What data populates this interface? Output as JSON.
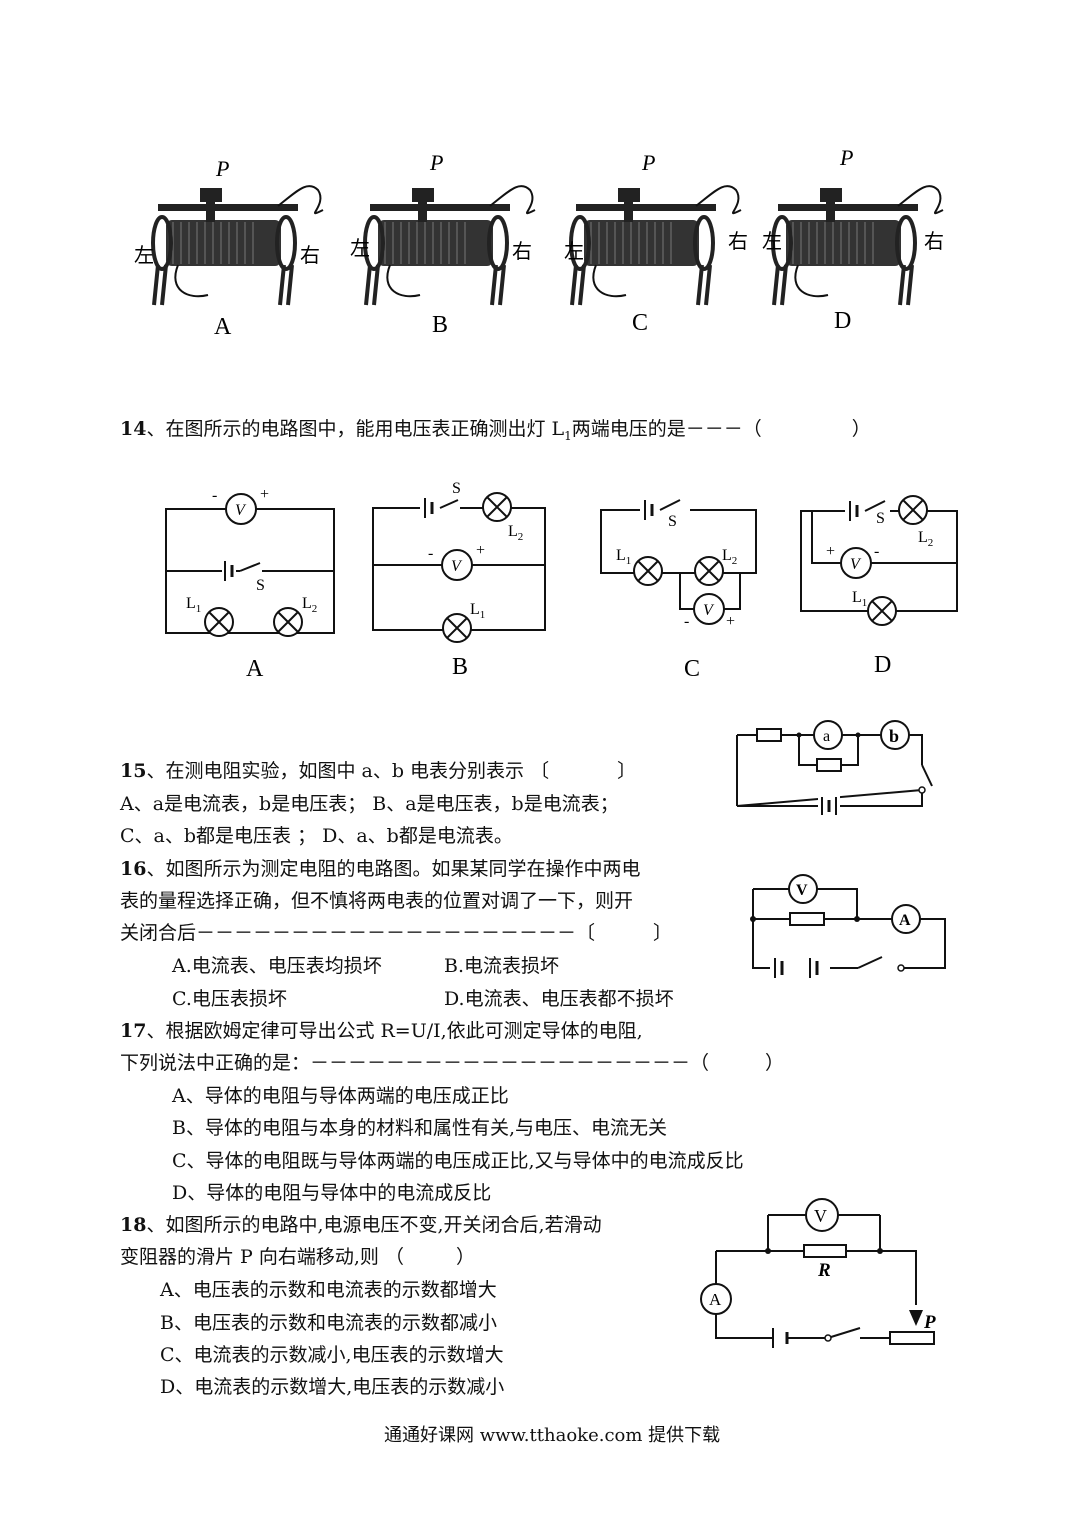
{
  "rheostats": {
    "p_label": "P",
    "left": "左",
    "right": "右",
    "options": [
      "A",
      "B",
      "C",
      "D"
    ]
  },
  "q14": {
    "num": "14",
    "text": "、在图所示的电路图中，能用电压表正确测出灯 L",
    "sub": "1",
    "text2": "两端电压的是－－－（",
    "close": "）",
    "options": [
      "A",
      "B",
      "C",
      "D"
    ],
    "labels": {
      "v": "V",
      "s": "S",
      "l1": "L",
      "l2": "L",
      "one": "1",
      "two": "2",
      "plus": "+",
      "minus": "-"
    }
  },
  "q15": {
    "num": "15",
    "stem": "、在测电阻实验，如图中 a、b 电表分别表示 〔",
    "close": "〕",
    "line_a": "A、a是电流表，b是电压表；  B、a是电压表，b是电流表；",
    "line_c": "C、a、b都是电压表 ；        D、a、b都是电流表。",
    "meter_a": "a",
    "meter_b": "b"
  },
  "q16": {
    "num": "16",
    "line1": "、如图所示为测定电阻的电路图。如果某同学在操作中两电",
    "line2": "表的量程选择正确，但不慎将两电表的位置对调了一下，则开",
    "line3": "关闭合后－－－－－－－－－－－－－－－－－－－－〔",
    "close": "〕",
    "opt_a": "A.电流表、电压表均损坏",
    "opt_b": "B.电流表损坏",
    "opt_c": "C.电压表损坏",
    "opt_d": "D.电流表、电压表都不损坏",
    "meter_v": "V",
    "meter_a": "A"
  },
  "q17": {
    "num": "17",
    "line1": "、根据欧姆定律可导出公式 R=U/I,依此可测定导体的电阻,",
    "line2": "下列说法中正确的是：－－－－－－－－－－－－－－－－－－－－（",
    "close": "）",
    "opts": [
      "A、导体的电阻与导体两端的电压成正比",
      "B、导体的电阻与本身的材料和属性有关,与电压、电流无关",
      "C、导体的电阻既与导体两端的电压成正比,又与导体中的电流成反比",
      "D、导体的电阻与导体中的电流成反比"
    ]
  },
  "q18": {
    "num": "18",
    "line1": "、如图所示的电路中,电源电压不变,开关闭合后,若滑动",
    "line2": "变阻器的滑片 P 向右端移动,则 （",
    "close": "）",
    "opts": [
      "A、电压表的示数和电流表的示数都增大",
      "B、电压表的示数和电流表的示数都减小",
      "C、电流表的示数减小,电压表的示数增大",
      "D、电流表的示数增大,电压表的示数减小"
    ],
    "meter_v": "V",
    "meter_a": "A",
    "r_label": "R",
    "p_label": "P"
  },
  "footer": "通通好课网  www.tthaoke.com  提供下载"
}
